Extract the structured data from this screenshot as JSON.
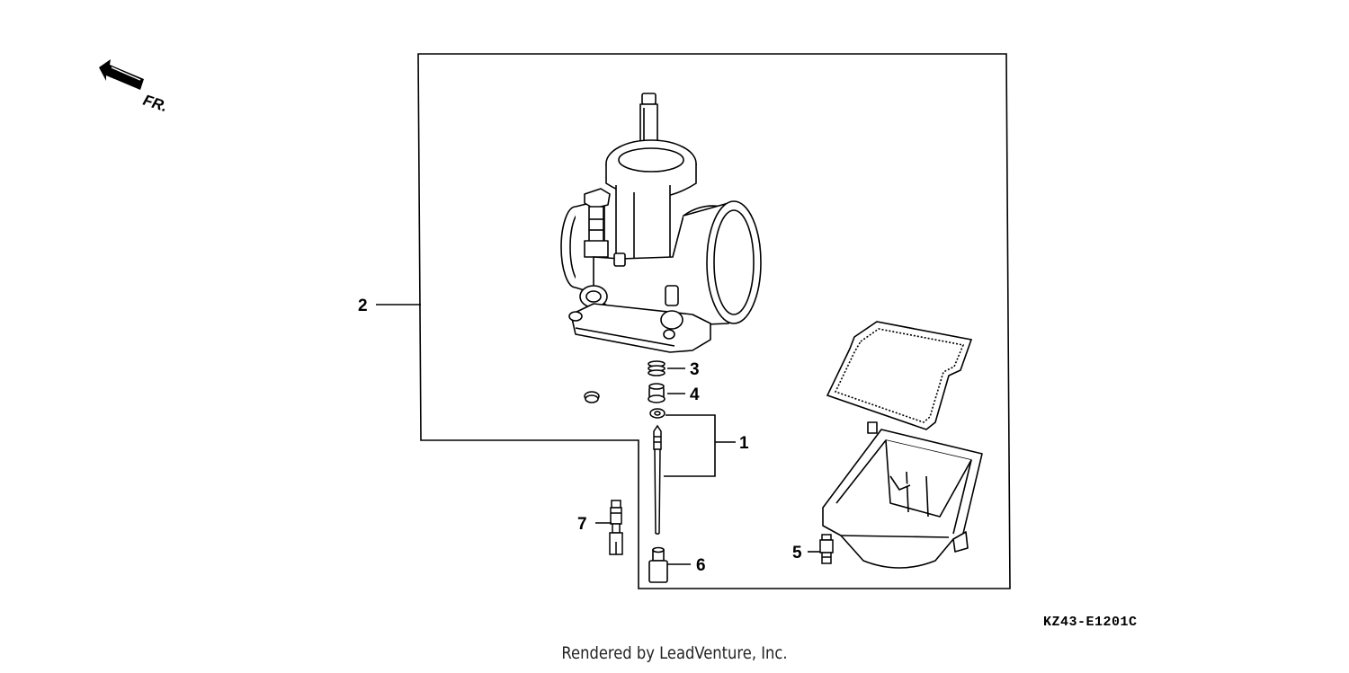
{
  "diagram": {
    "front_indicator": "FR.",
    "callouts": [
      "1",
      "2",
      "3",
      "4",
      "5",
      "6",
      "7"
    ],
    "diagram_code": "KZ43-E1201C",
    "credit": "Rendered by LeadVenture, Inc."
  }
}
